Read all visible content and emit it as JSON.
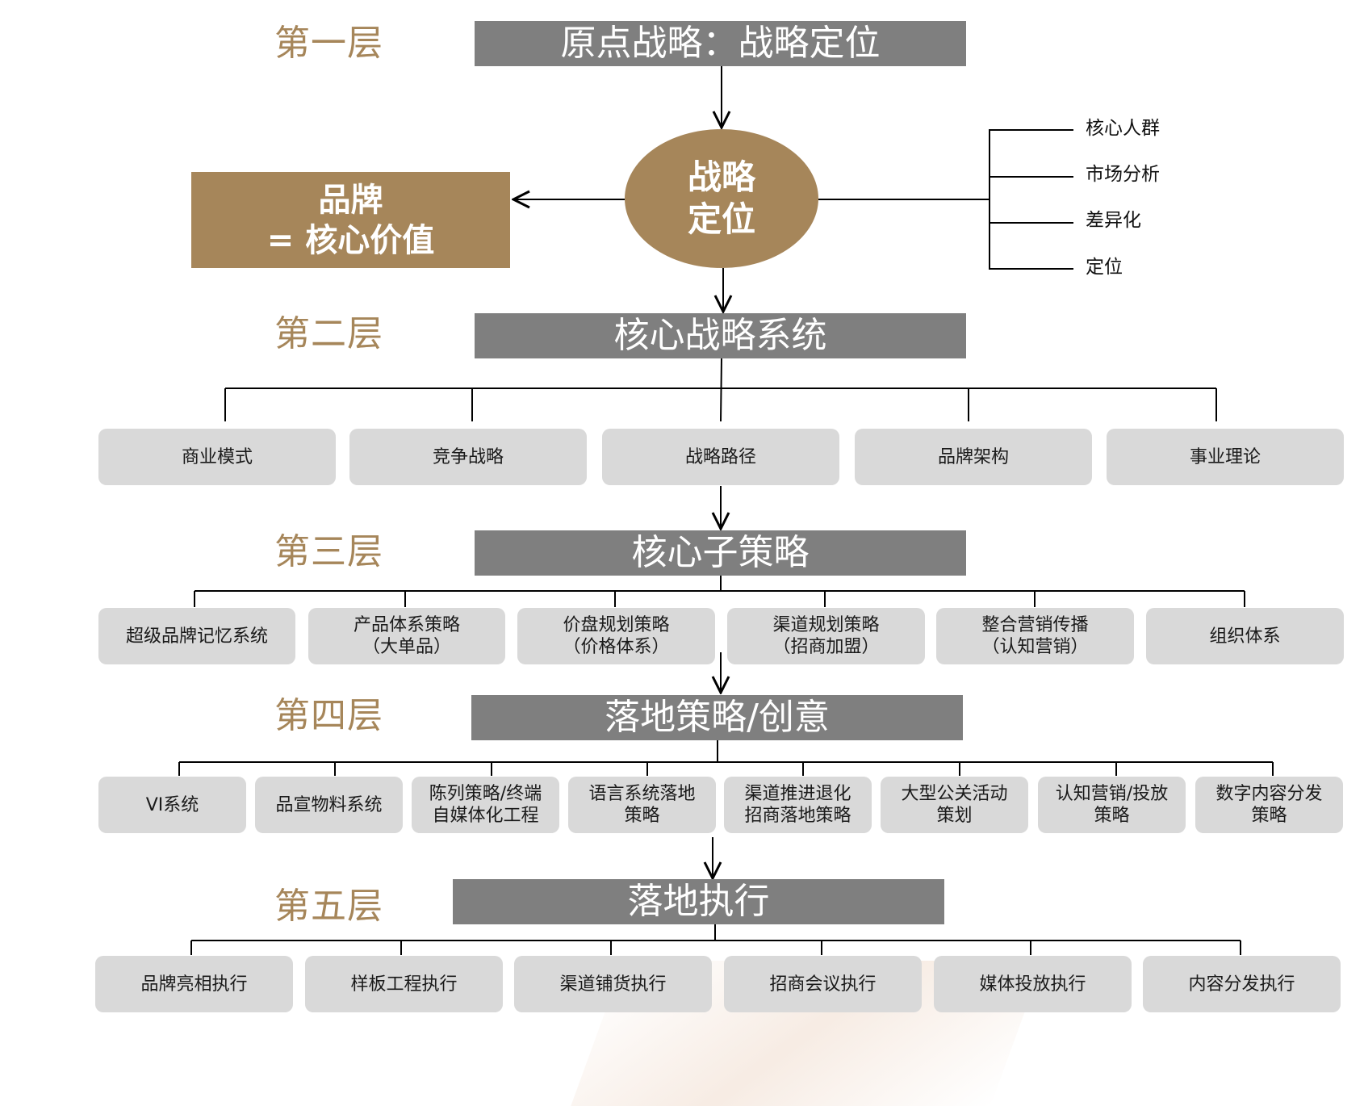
{
  "layers": {
    "l1": "第一层",
    "l2": "第二层",
    "l3": "第三层",
    "l4": "第四层",
    "l5": "第五层"
  },
  "banners": {
    "b1": "原点战略：战略定位",
    "b2": "核心战略系统",
    "b3": "核心子策略",
    "b4": "落地策略/创意",
    "b5": "落地执行"
  },
  "positioning": {
    "ellipse_line1": "战略",
    "ellipse_line2": "定位",
    "brand_line1": "品牌",
    "brand_line2": "= 核心价值",
    "items": [
      "核心人群",
      "市场分析",
      "差异化",
      "定位"
    ]
  },
  "tier2": [
    "商业模式",
    "竞争战略",
    "战略路径",
    "品牌架构",
    "事业理论"
  ],
  "tier3": [
    {
      "l1": "超级品牌记忆系统",
      "l2": ""
    },
    {
      "l1": "产品体系策略",
      "l2": "（大单品）"
    },
    {
      "l1": "价盘规划策略",
      "l2": "（价格体系）"
    },
    {
      "l1": "渠道规划策略",
      "l2": "（招商加盟）"
    },
    {
      "l1": "整合营销传播",
      "l2": "（认知营销）"
    },
    {
      "l1": "组织体系",
      "l2": ""
    }
  ],
  "tier4": [
    {
      "l1": "VI系统",
      "l2": ""
    },
    {
      "l1": "品宣物料系统",
      "l2": ""
    },
    {
      "l1": "陈列策略/终端",
      "l2": "自媒体化工程"
    },
    {
      "l1": "语言系统落地",
      "l2": "策略"
    },
    {
      "l1": "渠道推进退化",
      "l2": "招商落地策略"
    },
    {
      "l1": "大型公关活动",
      "l2": "策划"
    },
    {
      "l1": "认知营销/投放",
      "l2": "策略"
    },
    {
      "l1": "数字内容分发",
      "l2": "策略"
    }
  ],
  "tier5": [
    "品牌亮相执行",
    "样板工程执行",
    "渠道铺货执行",
    "招商会议执行",
    "媒体投放执行",
    "内容分发执行"
  ],
  "colors": {
    "gold": "#a6865a",
    "banner": "#7f7f7f",
    "node": "#d9d9d9",
    "line": "#000000"
  }
}
